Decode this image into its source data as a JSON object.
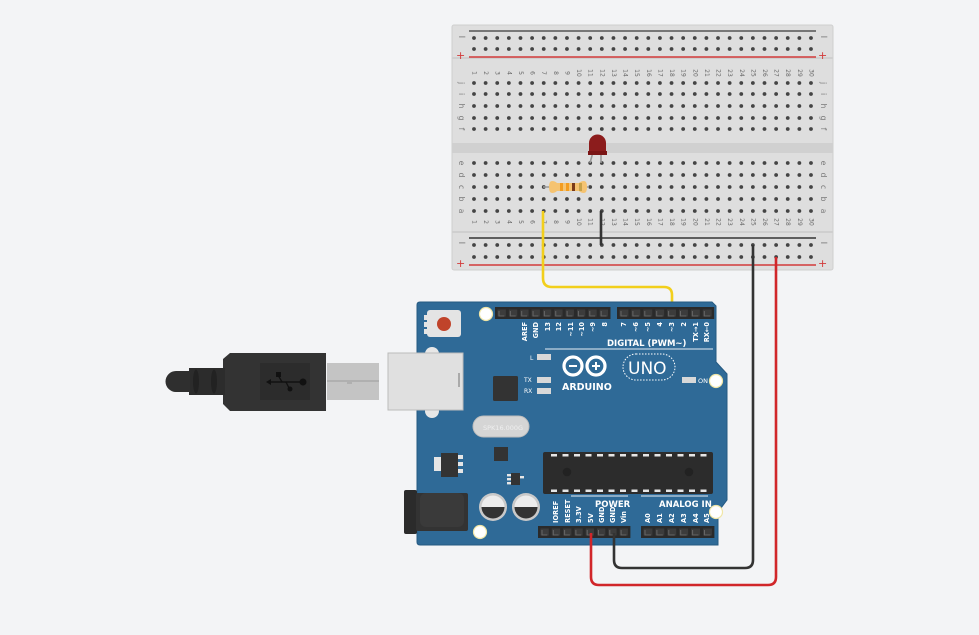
{
  "canvas": {
    "background": "#f3f4f6"
  },
  "breadboard": {
    "columns": 30,
    "rail_minus_label": "−",
    "rail_plus_label": "+",
    "top_rows": [
      "j",
      "i",
      "h",
      "g",
      "f"
    ],
    "bottom_rows": [
      "e",
      "d",
      "c",
      "b",
      "a"
    ],
    "body_color": "#dcdcdc",
    "rail_minus_color": "#555555",
    "rail_plus_color": "#d23a3a"
  },
  "components": {
    "led": {
      "name": "LED",
      "color": "#8c1c1c",
      "anode_column": 12,
      "cathode_column": 11,
      "row": "e"
    },
    "resistor": {
      "name": "Resistor",
      "from_column": 7,
      "to_column": 11,
      "row": "c",
      "bands": [
        "#f39c1f",
        "#f39c1f",
        "#7a3b1a",
        "#c8a24a"
      ]
    }
  },
  "arduino": {
    "logo_text": "ARDUINO",
    "model_text": "UNO",
    "digital_label": "DIGITAL (PWM~)",
    "power_label": "POWER",
    "analog_label": "ANALOG IN",
    "crystal_label": "SPK16.000G",
    "on_label": "ON",
    "led_labels": {
      "l": "L",
      "tx": "TX",
      "rx": "RX"
    },
    "digital_pins_left": [
      "AREF",
      "GND",
      "13",
      "12",
      "~11",
      "~10",
      "~9",
      "8"
    ],
    "digital_pins_right": [
      "7",
      "~6",
      "~5",
      "4",
      "~3",
      "2",
      "TX→1",
      "RX←0"
    ],
    "power_pins": [
      "IOREF",
      "RESET",
      "3.3V",
      "5V",
      "GND",
      "GND",
      "Vin"
    ],
    "analog_pins": [
      "A0",
      "A1",
      "A2",
      "A3",
      "A4",
      "A5"
    ],
    "board_color": "#2f6a97"
  },
  "wires": [
    {
      "name": "yellow-wire",
      "from": "breadboard a7",
      "to": "digital pin 3",
      "color": "#f2cf1c"
    },
    {
      "name": "black-jumper",
      "from": "breadboard a12",
      "to": "bottom rail −",
      "color": "#333333"
    },
    {
      "name": "black-wire",
      "from": "arduino GND",
      "to": "bottom rail − col 25",
      "color": "#333333"
    },
    {
      "name": "red-wire",
      "from": "arduino 5V",
      "to": "bottom rail + col 27",
      "color": "#d1262a"
    }
  ],
  "usb_cable": {
    "icon": "usb-icon"
  }
}
